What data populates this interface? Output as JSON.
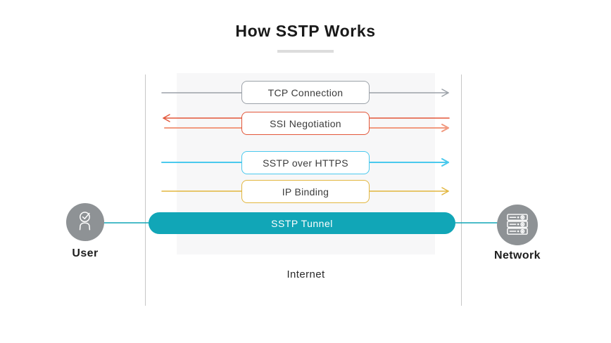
{
  "title": "How SSTP Works",
  "steps": [
    {
      "label": "TCP Connection",
      "arrow": "left-to-right",
      "color": "#9ba1a8"
    },
    {
      "label": "SSI Negotiation",
      "arrow": "bidirectional",
      "color": "#e25639",
      "color_secondary": "#f19a80"
    },
    {
      "label": "SSTP over HTTPS",
      "arrow": "left-to-right",
      "color": "#4ac9ed"
    },
    {
      "label": "IP Binding",
      "arrow": "left-to-right",
      "color": "#e2b63e"
    },
    {
      "label": "SSTP Tunnel",
      "arrow": "tunnel",
      "color": "#11a6b7"
    }
  ],
  "endpoints": {
    "user": {
      "label": "User",
      "icon": "user-check-icon"
    },
    "network": {
      "label": "Network",
      "icon": "server-stack-icon"
    }
  },
  "footer": {
    "label": "Internet"
  },
  "colors": {
    "teal": "#11a6b7",
    "cyan": "#4ac9ed",
    "gold": "#e2b63e",
    "orange": "#e25639",
    "salmon": "#f19a80",
    "arrow_gray": "#9ba1a8",
    "circle_gray": "#8e9295",
    "panel_bg": "#f7f7f8",
    "underline_gray": "#dcdcdc"
  }
}
